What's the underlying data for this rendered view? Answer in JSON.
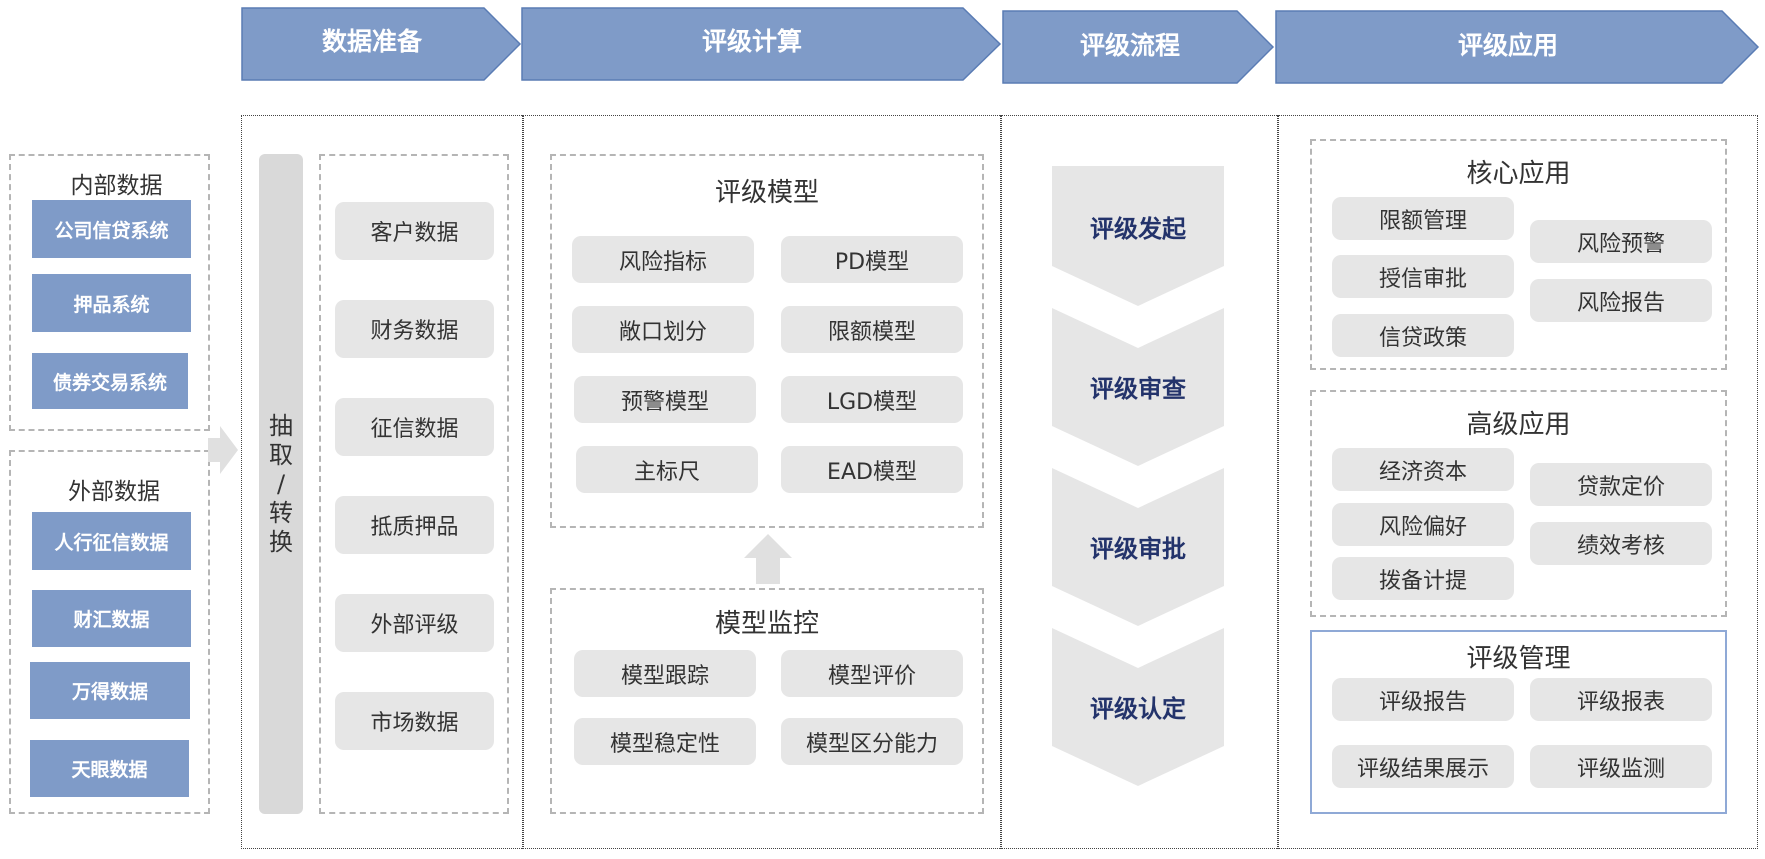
{
  "header": {
    "stage1": "数据准备",
    "stage2": "评级计算",
    "stage3": "评级流程",
    "stage4": "评级应用"
  },
  "sources": {
    "internal": {
      "title": "内部数据",
      "items": [
        "公司信贷系统",
        "押品系统",
        "债券交易系统"
      ]
    },
    "external": {
      "title": "外部数据",
      "items": [
        "人行征信数据",
        "财汇数据",
        "万得数据",
        "天眼数据"
      ]
    }
  },
  "prep": {
    "extract": [
      "抽",
      "取",
      "/",
      "转",
      "换"
    ],
    "items": [
      "客户数据",
      "财务数据",
      "征信数据",
      "抵质押品",
      "外部评级",
      "市场数据"
    ]
  },
  "calc": {
    "model": {
      "title": "评级模型",
      "items": [
        "风险指标",
        "PD模型",
        "敞口划分",
        "限额模型",
        "预警模型",
        "LGD模型",
        "主标尺",
        "EAD模型"
      ]
    },
    "monitor": {
      "title": "模型监控",
      "items": [
        "模型跟踪",
        "模型评价",
        "模型稳定性",
        "模型区分能力"
      ]
    }
  },
  "flow": {
    "steps": [
      "评级发起",
      "评级审查",
      "评级审批",
      "评级认定"
    ]
  },
  "apps": {
    "core": {
      "title": "核心应用",
      "left": [
        "限额管理",
        "授信审批",
        "信贷政策"
      ],
      "right": [
        "风险预警",
        "风险报告"
      ]
    },
    "advanced": {
      "title": "高级应用",
      "left": [
        "经济资本",
        "风险偏好",
        "拨备计提"
      ],
      "right": [
        "贷款定价",
        "绩效考核"
      ]
    },
    "management": {
      "title": "评级管理",
      "items": [
        "评级报告",
        "评级报表",
        "评级结果展示",
        "评级监测"
      ]
    }
  },
  "colors": {
    "header_fill": "#7f9bc8",
    "header_stroke": "#5a7cb4",
    "flow_fill": "#e6e6e6",
    "flow_text": "#23336b",
    "box_fill": "#e6e6e6"
  }
}
